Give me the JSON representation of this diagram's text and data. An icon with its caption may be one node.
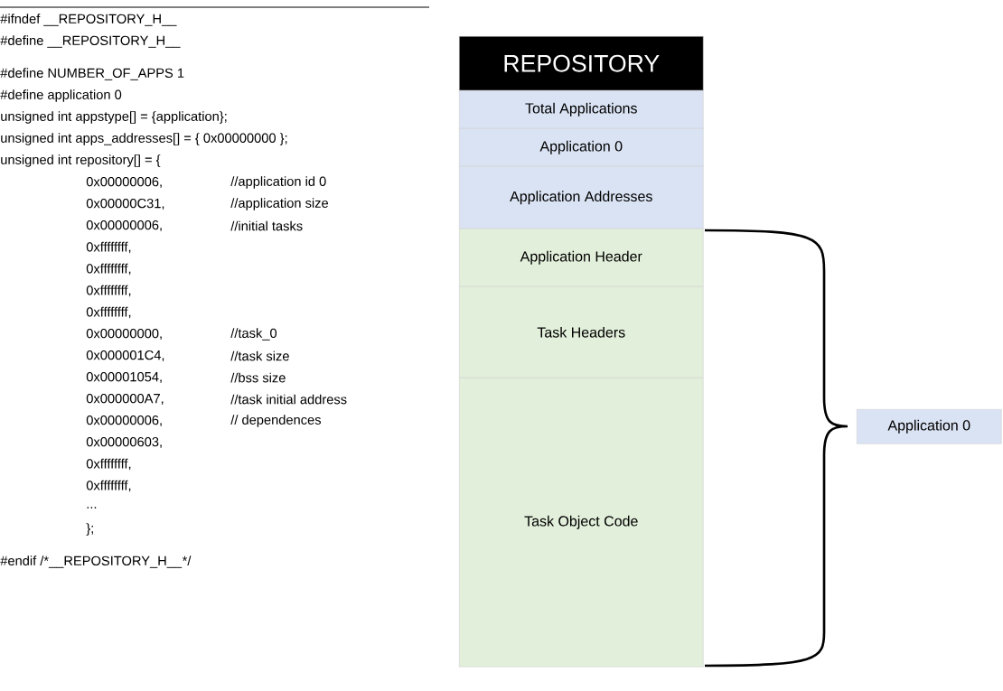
{
  "diagram": {
    "nodes": [
      {
        "text": [
          "REPOSITORY"
        ]
      },
      {
        "text": [
          "Total Applications"
        ]
      },
      {
        "text": [
          "Application 0"
        ]
      },
      {
        "text": [
          "Application Addresses"
        ]
      },
      {
        "text": [
          "Application Header"
        ]
      },
      {
        "text": [
          "Task Headers"
        ]
      },
      {
        "text": [
          "Task Object Code"
        ]
      },
      {
        "text": [
          "Application 0"
        ]
      }
    ],
    "labels": [
      "#ifndef __REPOSITORY_H__",
      "#define __REPOSITORY_H__",
      "#define NUMBER_OF_APPS 1",
      "#define application 0",
      "unsigned int appstype[] = {application};",
      "unsigned int apps_addresses[] = { 0x00000000 };",
      "unsigned int repository[] = {",
      "0x00000006,",
      "//application id 0",
      "0x00000C31,",
      "//application size",
      "0x00000006,",
      "//initial tasks",
      "0xffffffff,",
      "0xffffffff,",
      "0xffffffff,",
      "0xffffffff,",
      "0x00000000,",
      "//task_0",
      "0x000001C4,",
      "//task size",
      "0x00001054,",
      "//bss size",
      "0x000000A7,",
      "//task initial address",
      "0x00000006,",
      "// dependences",
      "0x00000603,",
      "0xffffffff,",
      "0xffffffff,",
      "...",
      "};",
      "#endif  /*__REPOSITORY_H__",
      "*/"
    ]
  }
}
